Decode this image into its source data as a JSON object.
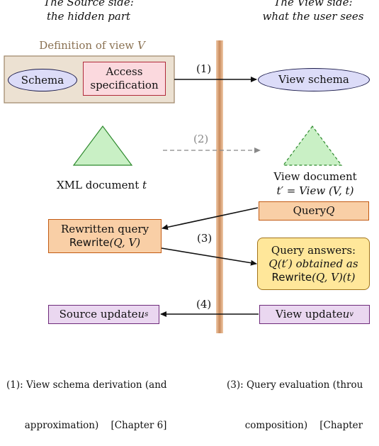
{
  "source_side": {
    "line1": "The Source side:",
    "line2": "the hidden part"
  },
  "view_side": {
    "line1": "The View side:",
    "line2": "what the user sees"
  },
  "definition": {
    "label_prefix": "Definition of view ",
    "label_var": "V",
    "schema": "Schema",
    "access_line1": "Access",
    "access_line2": "specification"
  },
  "view_schema": "View schema",
  "steps": {
    "s1": "(1)",
    "s2": "(2)",
    "s3": "(3)",
    "s4": "(4)"
  },
  "xml_doc": {
    "prefix": "XML document ",
    "var": "t"
  },
  "view_doc": {
    "line1": "View document",
    "line2_a": "t′ = ",
    "line2_b": "View",
    "line2_c": " (V, t)"
  },
  "query": {
    "prefix": "Query ",
    "var": "Q"
  },
  "rewritten": {
    "line1": "Rewritten query",
    "func": "Rewrite",
    "args": "(Q, V)"
  },
  "answers": {
    "line1": "Query answers:",
    "line2": "Q(t′) obtained as",
    "func": "Rewrite",
    "args": "(Q, V)(t)"
  },
  "source_update": {
    "prefix": "Source update ",
    "var": "u",
    "sub": "s"
  },
  "view_update": {
    "prefix": "View update ",
    "var": "u",
    "sub": "v"
  },
  "captions": {
    "left_line1": "(1): View schema derivation (and",
    "left_line2": "      approximation)    [Chapter 6]",
    "right_line1": "(3): Query evaluation (throu",
    "right_line2": "      composition)    [Chapter"
  },
  "colors": {
    "divider": "#d9a37a",
    "definition_bg": "#ece1d2",
    "triangle": "#c9f0c5",
    "triangle_stroke": "#2e8a2e"
  }
}
